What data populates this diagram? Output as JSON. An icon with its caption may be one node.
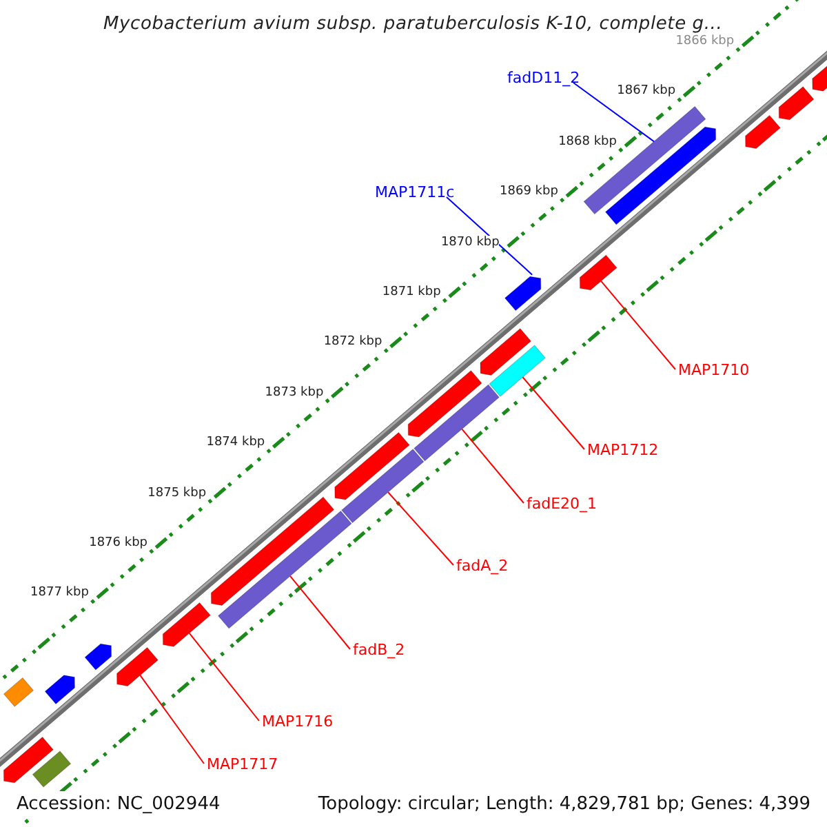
{
  "diagram": {
    "title": "Mycobacterium avium subsp. paratuberculosis K-10, complete g...",
    "nodes": [
      {
        "text": [
          "fadD11_2"
        ]
      },
      {
        "text": [],
        "shape": "bar"
      },
      {
        "text": [
          "MAP1711c"
        ]
      },
      {
        "text": [],
        "shape": "arrow"
      },
      {
        "text": [
          "MAP1710"
        ]
      },
      {
        "text": [],
        "shape": "arrow"
      },
      {
        "text": [
          "MAP1712"
        ]
      },
      {
        "text": [],
        "shape": "bar"
      },
      {
        "text": [
          "fadE20_1"
        ]
      },
      {
        "text": [],
        "shape": "bar"
      },
      {
        "text": [
          "fadA_2"
        ]
      },
      {
        "text": [],
        "shape": "bar"
      },
      {
        "text": [
          "fadB_2"
        ]
      },
      {
        "text": [],
        "shape": "bar"
      },
      {
        "text": [
          "MAP1716"
        ]
      },
      {
        "text": [],
        "shape": "arrow"
      },
      {
        "text": [
          "MAP1717"
        ]
      },
      {
        "text": [],
        "shape": "arrow"
      },
      {
        "text": [],
        "shape": "arrow"
      },
      {
        "text": [],
        "shape": "arrow"
      },
      {
        "text": [],
        "shape": "arrow"
      },
      {
        "text": [],
        "shape": "arrow"
      },
      {
        "text": [],
        "shape": "arrow"
      },
      {
        "text": [],
        "shape": "arrow"
      },
      {
        "text": [],
        "shape": "arrow"
      },
      {
        "text": [],
        "shape": "arrow"
      },
      {
        "text": [],
        "shape": "arrow"
      },
      {
        "text": [],
        "shape": "bar"
      },
      {
        "text": [],
        "shape": "arrow"
      },
      {
        "text": [],
        "shape": "arrow"
      },
      {
        "text": [],
        "shape": "bar"
      }
    ],
    "edges": [
      {
        "from": 0,
        "to": 1,
        "arrow": "none",
        "color": "#0000ff"
      },
      {
        "from": 2,
        "to": 3,
        "arrow": "none",
        "color": "#0000ff"
      },
      {
        "from": 4,
        "to": 5,
        "arrow": "none"
      },
      {
        "from": 6,
        "to": 7,
        "arrow": "none"
      },
      {
        "from": 8,
        "to": 9,
        "arrow": "none"
      },
      {
        "from": 10,
        "to": 11,
        "arrow": "none"
      },
      {
        "from": 12,
        "to": 13,
        "arrow": "none"
      },
      {
        "from": 14,
        "to": 15,
        "arrow": "none"
      },
      {
        "from": 16,
        "to": 17,
        "arrow": "none"
      }
    ],
    "labels": [
      "1866 kbp",
      "1867 kbp",
      "1868 kbp",
      "1869 kbp",
      "1870 kbp",
      "1871 kbp",
      "1872 kbp",
      "1873 kbp",
      "1874 kbp",
      "1875 kbp",
      "1876 kbp",
      "1877 kbp",
      "Accession: NC_002944",
      "Topology: circular; Length: 4,829,781 bp; Genes: 4,399"
    ]
  }
}
